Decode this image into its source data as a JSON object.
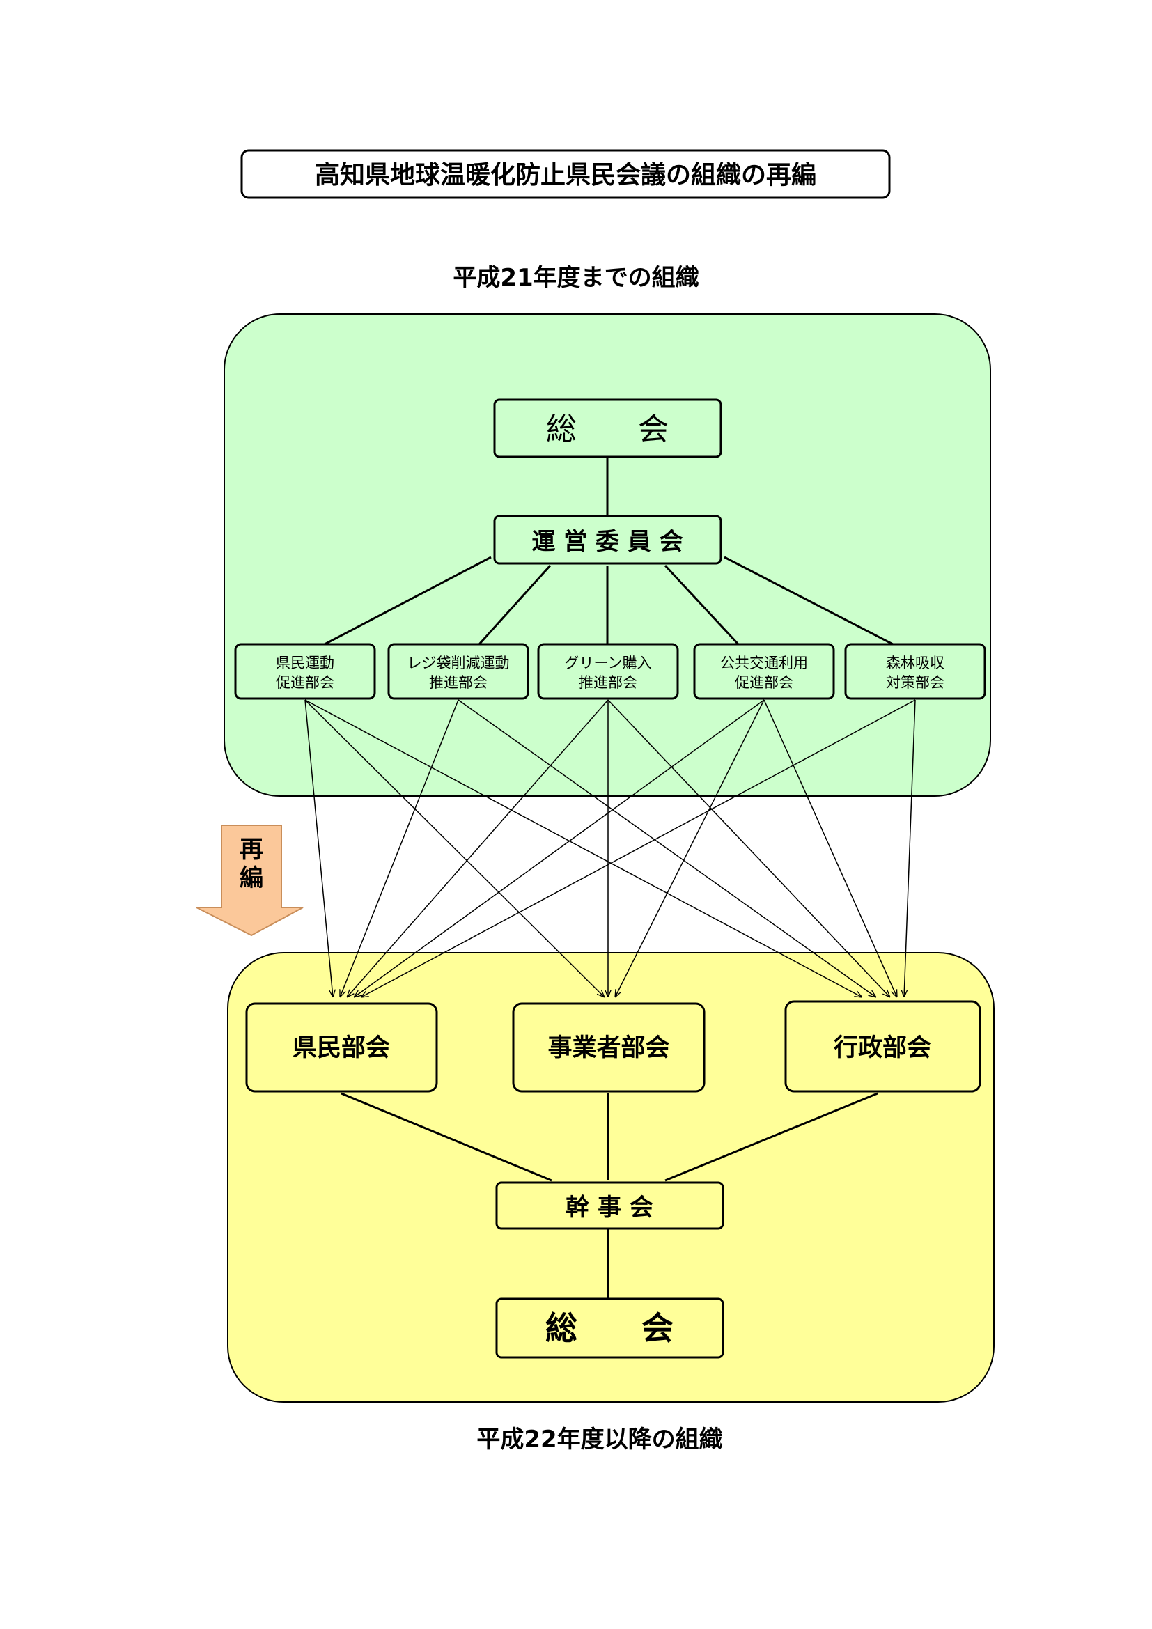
{
  "title": "高知県地球温暖化防止県民会議の組織の再編",
  "old_org": {
    "caption": "平成21年度までの組織",
    "general_assembly": "総　　会",
    "steering_committee": "運 営 委 員 会",
    "subcommittees": [
      {
        "line1": "県民運動",
        "line2": "促進部会"
      },
      {
        "line1": "レジ袋削減運動",
        "line2": "推進部会"
      },
      {
        "line1": "グリーン購入",
        "line2": "推進部会"
      },
      {
        "line1": "公共交通利用",
        "line2": "促進部会"
      },
      {
        "line1": "森林吸収",
        "line2": "対策部会"
      }
    ]
  },
  "reorganize_arrow": {
    "label_line1": "再",
    "label_line2": "編"
  },
  "new_org": {
    "caption": "平成22年度以降の組織",
    "subcommittees": [
      "県民部会",
      "事業者部会",
      "行政部会"
    ],
    "executive_committee": "幹 事 会",
    "general_assembly": "総　　会"
  },
  "colors": {
    "old_panel": "#ccffcc",
    "new_panel": "#ffff99",
    "arrow_fill": "#fbc89a",
    "arrow_stroke": "#c98e5a"
  }
}
